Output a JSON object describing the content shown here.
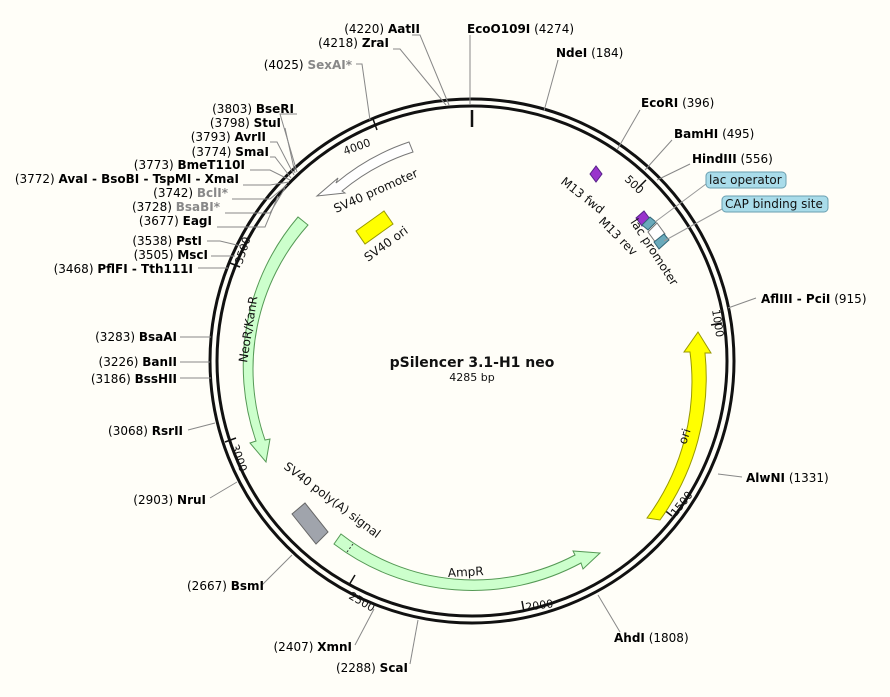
{
  "plasmid": {
    "name": "pSilencer 3.1-H1 neo",
    "length_label": "4285 bp",
    "length": 4285
  },
  "ticks": [
    "500",
    "1000",
    "1500",
    "2000",
    "2500",
    "3000",
    "3500",
    "4000"
  ],
  "tick_values": [
    500,
    1000,
    1500,
    2000,
    2500,
    3000,
    3500,
    4000
  ],
  "enzymes": [
    {
      "name": "AatII",
      "pos": "(4220)",
      "side": "L",
      "grey": false
    },
    {
      "name": "ZraI",
      "pos": "(4218)",
      "side": "L",
      "grey": false
    },
    {
      "name": "EcoO109I",
      "pos": "(4274)",
      "side": "R",
      "grey": false
    },
    {
      "name": "SexAI*",
      "pos": "(4025)",
      "side": "L",
      "grey": true
    },
    {
      "name": "NdeI",
      "pos": "(184)",
      "side": "R",
      "grey": false
    },
    {
      "name": "BseRI",
      "pos": "(3803)",
      "side": "L",
      "grey": false
    },
    {
      "name": "StuI",
      "pos": "(3798)",
      "side": "L",
      "grey": false
    },
    {
      "name": "AvrII",
      "pos": "(3793)",
      "side": "L",
      "grey": false
    },
    {
      "name": "SmaI",
      "pos": "(3774)",
      "side": "L",
      "grey": false
    },
    {
      "name": "BmeT110I",
      "pos": "(3773)",
      "side": "L",
      "grey": false
    },
    {
      "name": "AvaI - BsoBI - TspMI - XmaI",
      "pos": "(3772)",
      "side": "L",
      "grey": false
    },
    {
      "name": "BclI*",
      "pos": "(3742)",
      "side": "L",
      "grey": true
    },
    {
      "name": "BsaBI*",
      "pos": "(3728)",
      "side": "L",
      "grey": true
    },
    {
      "name": "EagI",
      "pos": "(3677)",
      "side": "L",
      "grey": false
    },
    {
      "name": "EcoRI",
      "pos": "(396)",
      "side": "R",
      "grey": false
    },
    {
      "name": "BamHI",
      "pos": "(495)",
      "side": "R",
      "grey": false
    },
    {
      "name": "HindIII",
      "pos": "(556)",
      "side": "R",
      "grey": false
    },
    {
      "name": "PstI",
      "pos": "(3538)",
      "side": "L",
      "grey": false
    },
    {
      "name": "MscI",
      "pos": "(3505)",
      "side": "L",
      "grey": false
    },
    {
      "name": "PflFI - Tth111I",
      "pos": "(3468)",
      "side": "L",
      "grey": false
    },
    {
      "name": "AflIII - PciI",
      "pos": "(915)",
      "side": "R",
      "grey": false
    },
    {
      "name": "BsaAI",
      "pos": "(3283)",
      "side": "L",
      "grey": false
    },
    {
      "name": "BanII",
      "pos": "(3226)",
      "side": "L",
      "grey": false
    },
    {
      "name": "BssHII",
      "pos": "(3186)",
      "side": "L",
      "grey": false
    },
    {
      "name": "RsrII",
      "pos": "(3068)",
      "side": "L",
      "grey": false
    },
    {
      "name": "AlwNI",
      "pos": "(1331)",
      "side": "R",
      "grey": false
    },
    {
      "name": "NruI",
      "pos": "(2903)",
      "side": "L",
      "grey": false
    },
    {
      "name": "BsmI",
      "pos": "(2667)",
      "side": "L",
      "grey": false
    },
    {
      "name": "AhdI",
      "pos": "(1808)",
      "side": "R",
      "grey": false
    },
    {
      "name": "XmnI",
      "pos": "(2407)",
      "side": "L",
      "grey": false
    },
    {
      "name": "ScaI",
      "pos": "(2288)",
      "side": "L",
      "grey": false
    }
  ],
  "features": [
    {
      "name": "SV40 promoter",
      "color": "#ffffff",
      "stroke": "#777777"
    },
    {
      "name": "SV40 ori",
      "color": "#ffff00",
      "stroke": "#999900"
    },
    {
      "name": "NeoR/KanR",
      "color": "#ccffcc",
      "stroke": "#559955"
    },
    {
      "name": "SV40 poly(A) signal",
      "color": "#a0a4ac",
      "stroke": "#666666"
    },
    {
      "name": "AmpR",
      "color": "#ccffcc",
      "stroke": "#559955"
    },
    {
      "name": "ori",
      "color": "#ffff00",
      "stroke": "#999900"
    },
    {
      "name": "M13 fwd",
      "color": "#9933cc",
      "stroke": "#552288"
    },
    {
      "name": "M13 rev",
      "color": "#9933cc",
      "stroke": "#552288"
    },
    {
      "name": "lac promoter",
      "color": "#ffffff",
      "stroke": "#777777"
    },
    {
      "name": "lac operator",
      "color": "#6aaabb",
      "stroke": "#336677"
    },
    {
      "name": "CAP binding site",
      "color": "#6aaabb",
      "stroke": "#336677"
    }
  ]
}
